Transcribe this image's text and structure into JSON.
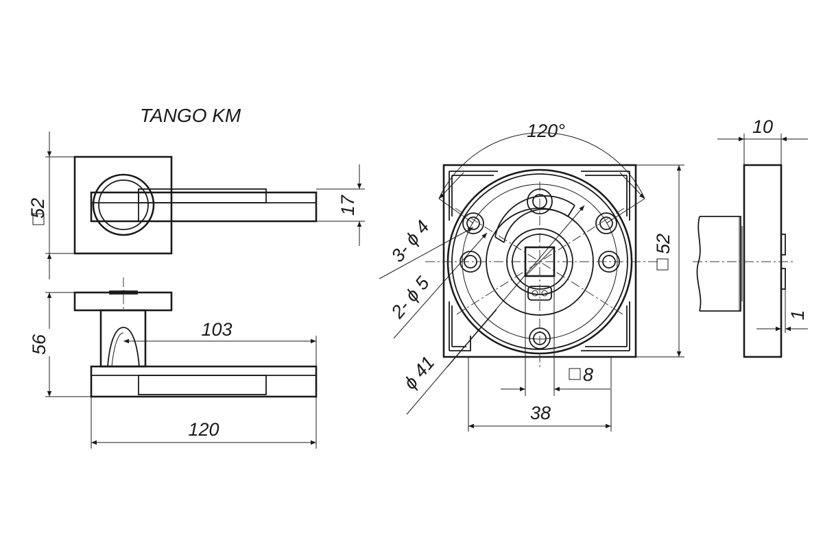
{
  "title": "TANGO KM",
  "dimensions": {
    "rosette_square": "52",
    "lever_height": "17",
    "side_height": "56",
    "lever_length_inner": "103",
    "lever_length_total": "120",
    "angle": "120°",
    "holes_3": "3- ϕ 4",
    "holes_2": "2- ϕ 5",
    "diameter": "ϕ 41",
    "spindle_square": "8",
    "hole_spacing": "38",
    "rosette_square_right": "52",
    "thickness": "10",
    "offset": "1"
  }
}
